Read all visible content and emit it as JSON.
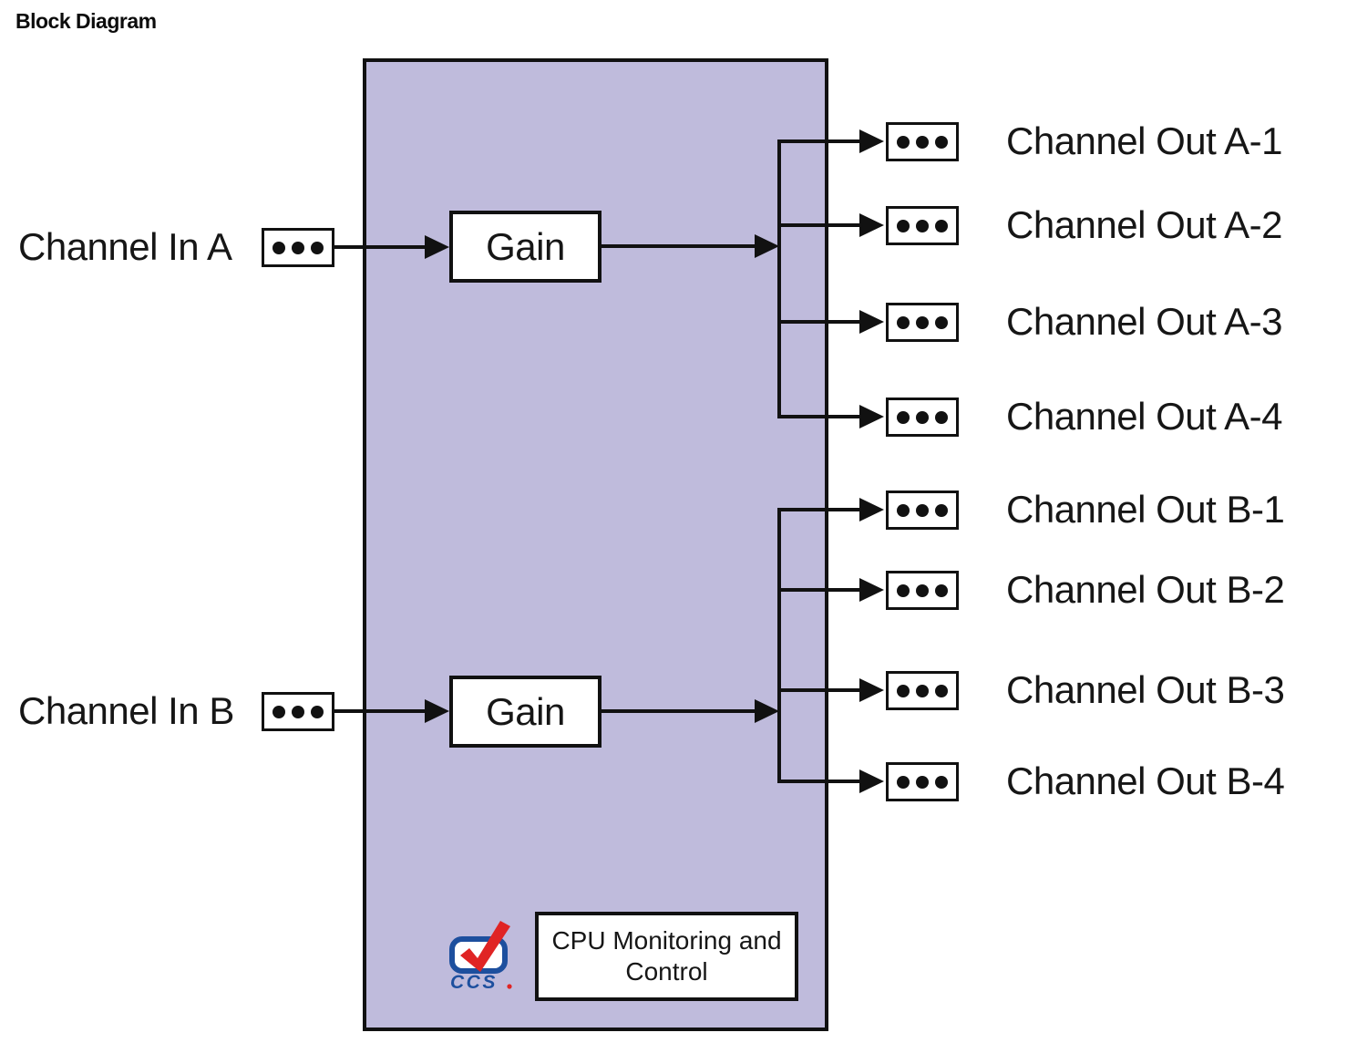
{
  "page": {
    "title": "Block Diagram"
  },
  "diagram": {
    "inputs": [
      {
        "label": "Channel In A"
      },
      {
        "label": "Channel In B"
      }
    ],
    "gains": [
      {
        "label": "Gain"
      },
      {
        "label": "Gain"
      }
    ],
    "outputs": [
      {
        "label": "Channel Out A-1"
      },
      {
        "label": "Channel Out A-2"
      },
      {
        "label": "Channel Out A-3"
      },
      {
        "label": "Channel Out A-4"
      },
      {
        "label": "Channel Out B-1"
      },
      {
        "label": "Channel Out B-2"
      },
      {
        "label": "Channel Out B-3"
      },
      {
        "label": "Channel Out B-4"
      }
    ],
    "cpu": {
      "line1": "CPU Monitoring and",
      "line2": "Control"
    },
    "logo": {
      "text": "CCS"
    },
    "colors": {
      "block_fill": "#bfbbdc",
      "line": "#111111",
      "logo_blue": "#1d4f9e",
      "logo_red": "#e02424"
    }
  }
}
